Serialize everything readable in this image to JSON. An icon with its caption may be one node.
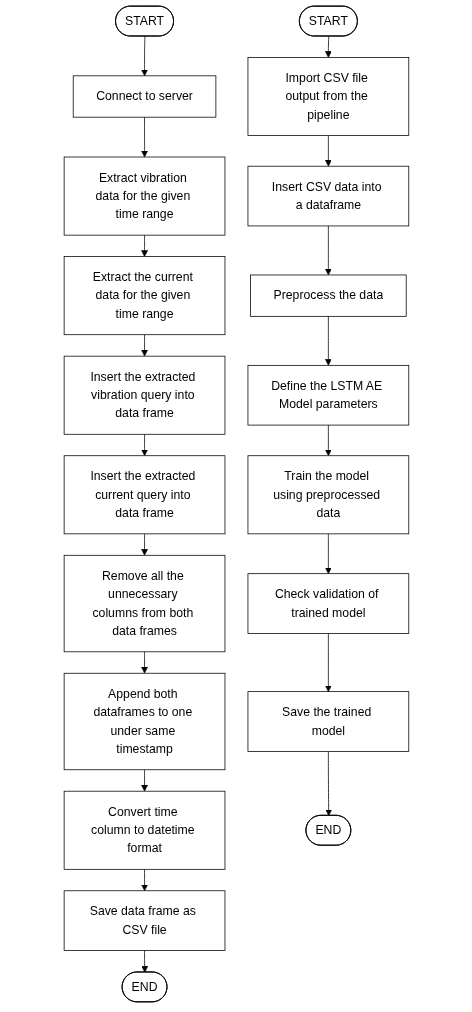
{
  "diagram": {
    "nodes": [
      {
        "text": [
          "START"
        ]
      },
      {
        "text": [
          "Connect to server"
        ]
      },
      {
        "text": [
          "Extract vibration data for the given time range"
        ]
      },
      {
        "text": [
          "Extract the current data for the given time range"
        ]
      },
      {
        "text": [
          "Insert the extracted vibration query into data frame"
        ]
      },
      {
        "text": [
          "Insert the extracted current query into data frame"
        ]
      },
      {
        "text": [
          "Remove all the unnecessary columns from both data frames"
        ]
      },
      {
        "text": [
          "Append both dataframes to one under same timestamp"
        ]
      },
      {
        "text": [
          "Convert time column to datetime format"
        ]
      },
      {
        "text": [
          "Save data frame as CSV file"
        ]
      },
      {
        "text": [
          "END"
        ]
      },
      {
        "text": [
          "START"
        ]
      },
      {
        "text": [
          "Import CSV file output from the pipeline"
        ]
      },
      {
        "text": [
          "Insert CSV data into a dataframe"
        ]
      },
      {
        "text": [
          "Preprocess the data"
        ]
      },
      {
        "text": [
          "Define the LSTM AE Model parameters"
        ]
      },
      {
        "text": [
          "Train the model using preprocessed data"
        ]
      },
      {
        "text": [
          "Check validation of trained model"
        ]
      },
      {
        "text": [
          "Save the trained model"
        ]
      },
      {
        "text": [
          "END"
        ]
      }
    ],
    "edges": [
      {
        "from": 0,
        "to": 1,
        "arrow": "to"
      },
      {
        "from": 1,
        "to": 2,
        "arrow": "to"
      },
      {
        "from": 2,
        "to": 3,
        "arrow": "to"
      },
      {
        "from": 3,
        "to": 4,
        "arrow": "to"
      },
      {
        "from": 4,
        "to": 5,
        "arrow": "to"
      },
      {
        "from": 5,
        "to": 6,
        "arrow": "to"
      },
      {
        "from": 6,
        "to": 7,
        "arrow": "to"
      },
      {
        "from": 7,
        "to": 8,
        "arrow": "to"
      },
      {
        "from": 8,
        "to": 9,
        "arrow": "to"
      },
      {
        "from": 9,
        "to": 10,
        "arrow": "to"
      },
      {
        "from": 11,
        "to": 12,
        "arrow": "to"
      },
      {
        "from": 12,
        "to": 13,
        "arrow": "to"
      },
      {
        "from": 13,
        "to": 14,
        "arrow": "to"
      },
      {
        "from": 14,
        "to": 15,
        "arrow": "to"
      },
      {
        "from": 15,
        "to": 16,
        "arrow": "to"
      },
      {
        "from": 16,
        "to": 17,
        "arrow": "to"
      },
      {
        "from": 17,
        "to": 18,
        "arrow": "to"
      },
      {
        "from": 18,
        "to": 19,
        "arrow": "to"
      }
    ]
  }
}
